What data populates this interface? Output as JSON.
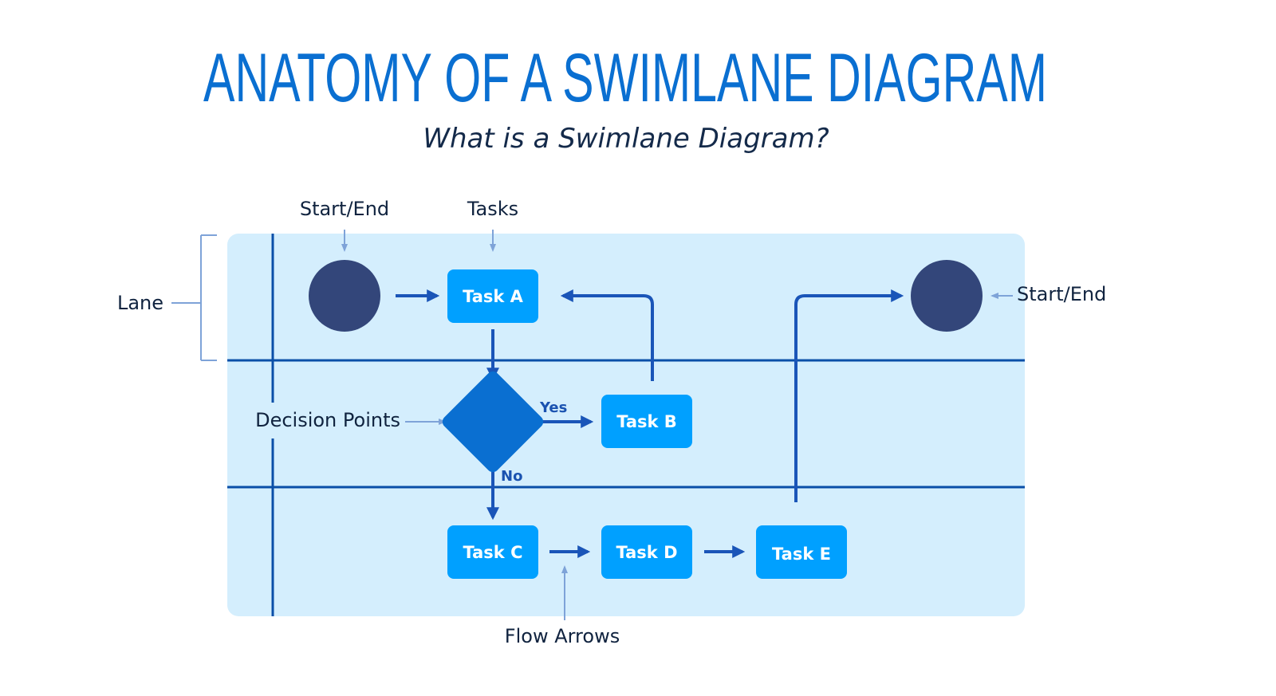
{
  "title": "ANATOMY OF A SWIMLANE DIAGRAM",
  "subtitle": "What is a Swimlane Diagram?",
  "annotations": {
    "start_end_top": "Start/End",
    "tasks": "Tasks",
    "lane": "Lane",
    "decision_points": "Decision Points",
    "start_end_right": "Start/End",
    "flow_arrows": "Flow Arrows"
  },
  "tasks": {
    "a": "Task A",
    "b": "Task B",
    "c": "Task C",
    "d": "Task D",
    "e": "Task E"
  },
  "branch_labels": {
    "yes": "Yes",
    "no": "No"
  },
  "colors": {
    "title": "#0a6fd1",
    "pool": "#d4eefd",
    "task": "#00a0ff",
    "terminal": "#33467a",
    "decision": "#0a6fd1",
    "flow": "#1a55b8"
  }
}
